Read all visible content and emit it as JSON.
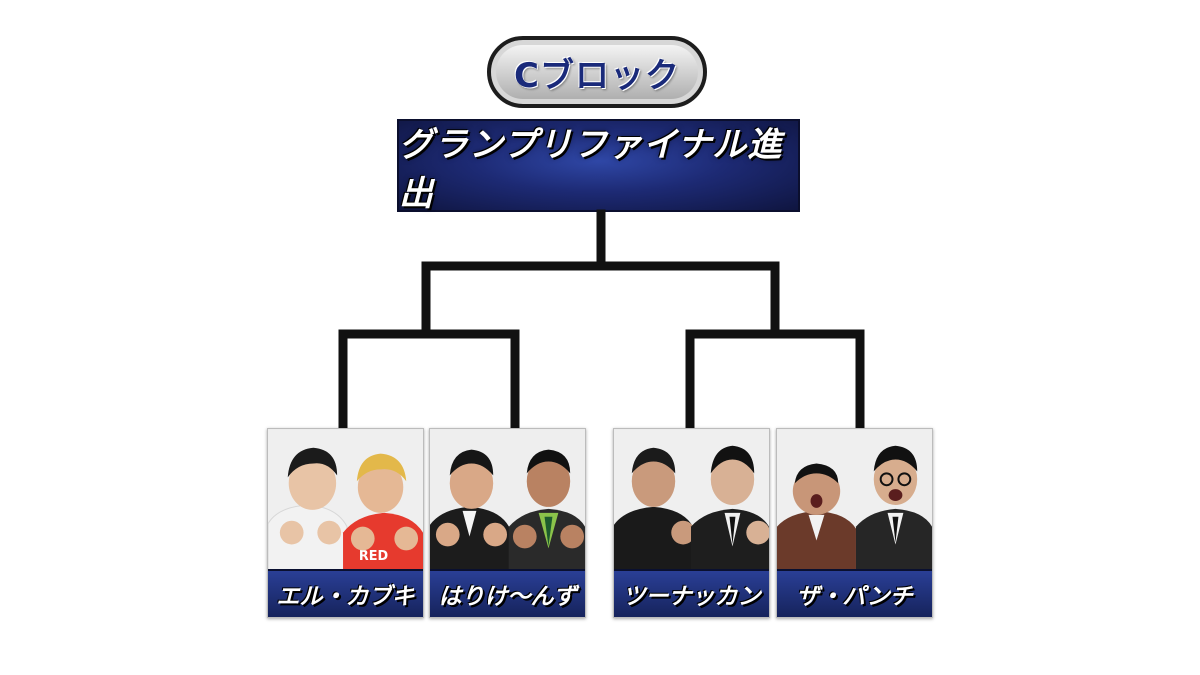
{
  "block": {
    "label": "Cブロック"
  },
  "final": {
    "label": "グランプリファイナル進出"
  },
  "teams": [
    {
      "name": "エル・カブキ"
    },
    {
      "name": "はりけ〜んず"
    },
    {
      "name": "ツーナッカン"
    },
    {
      "name": "ザ・パンチ"
    }
  ],
  "colors": {
    "accent_navy": "#1d2a74",
    "line": "#111111",
    "block_text": "#1a2a7a"
  }
}
